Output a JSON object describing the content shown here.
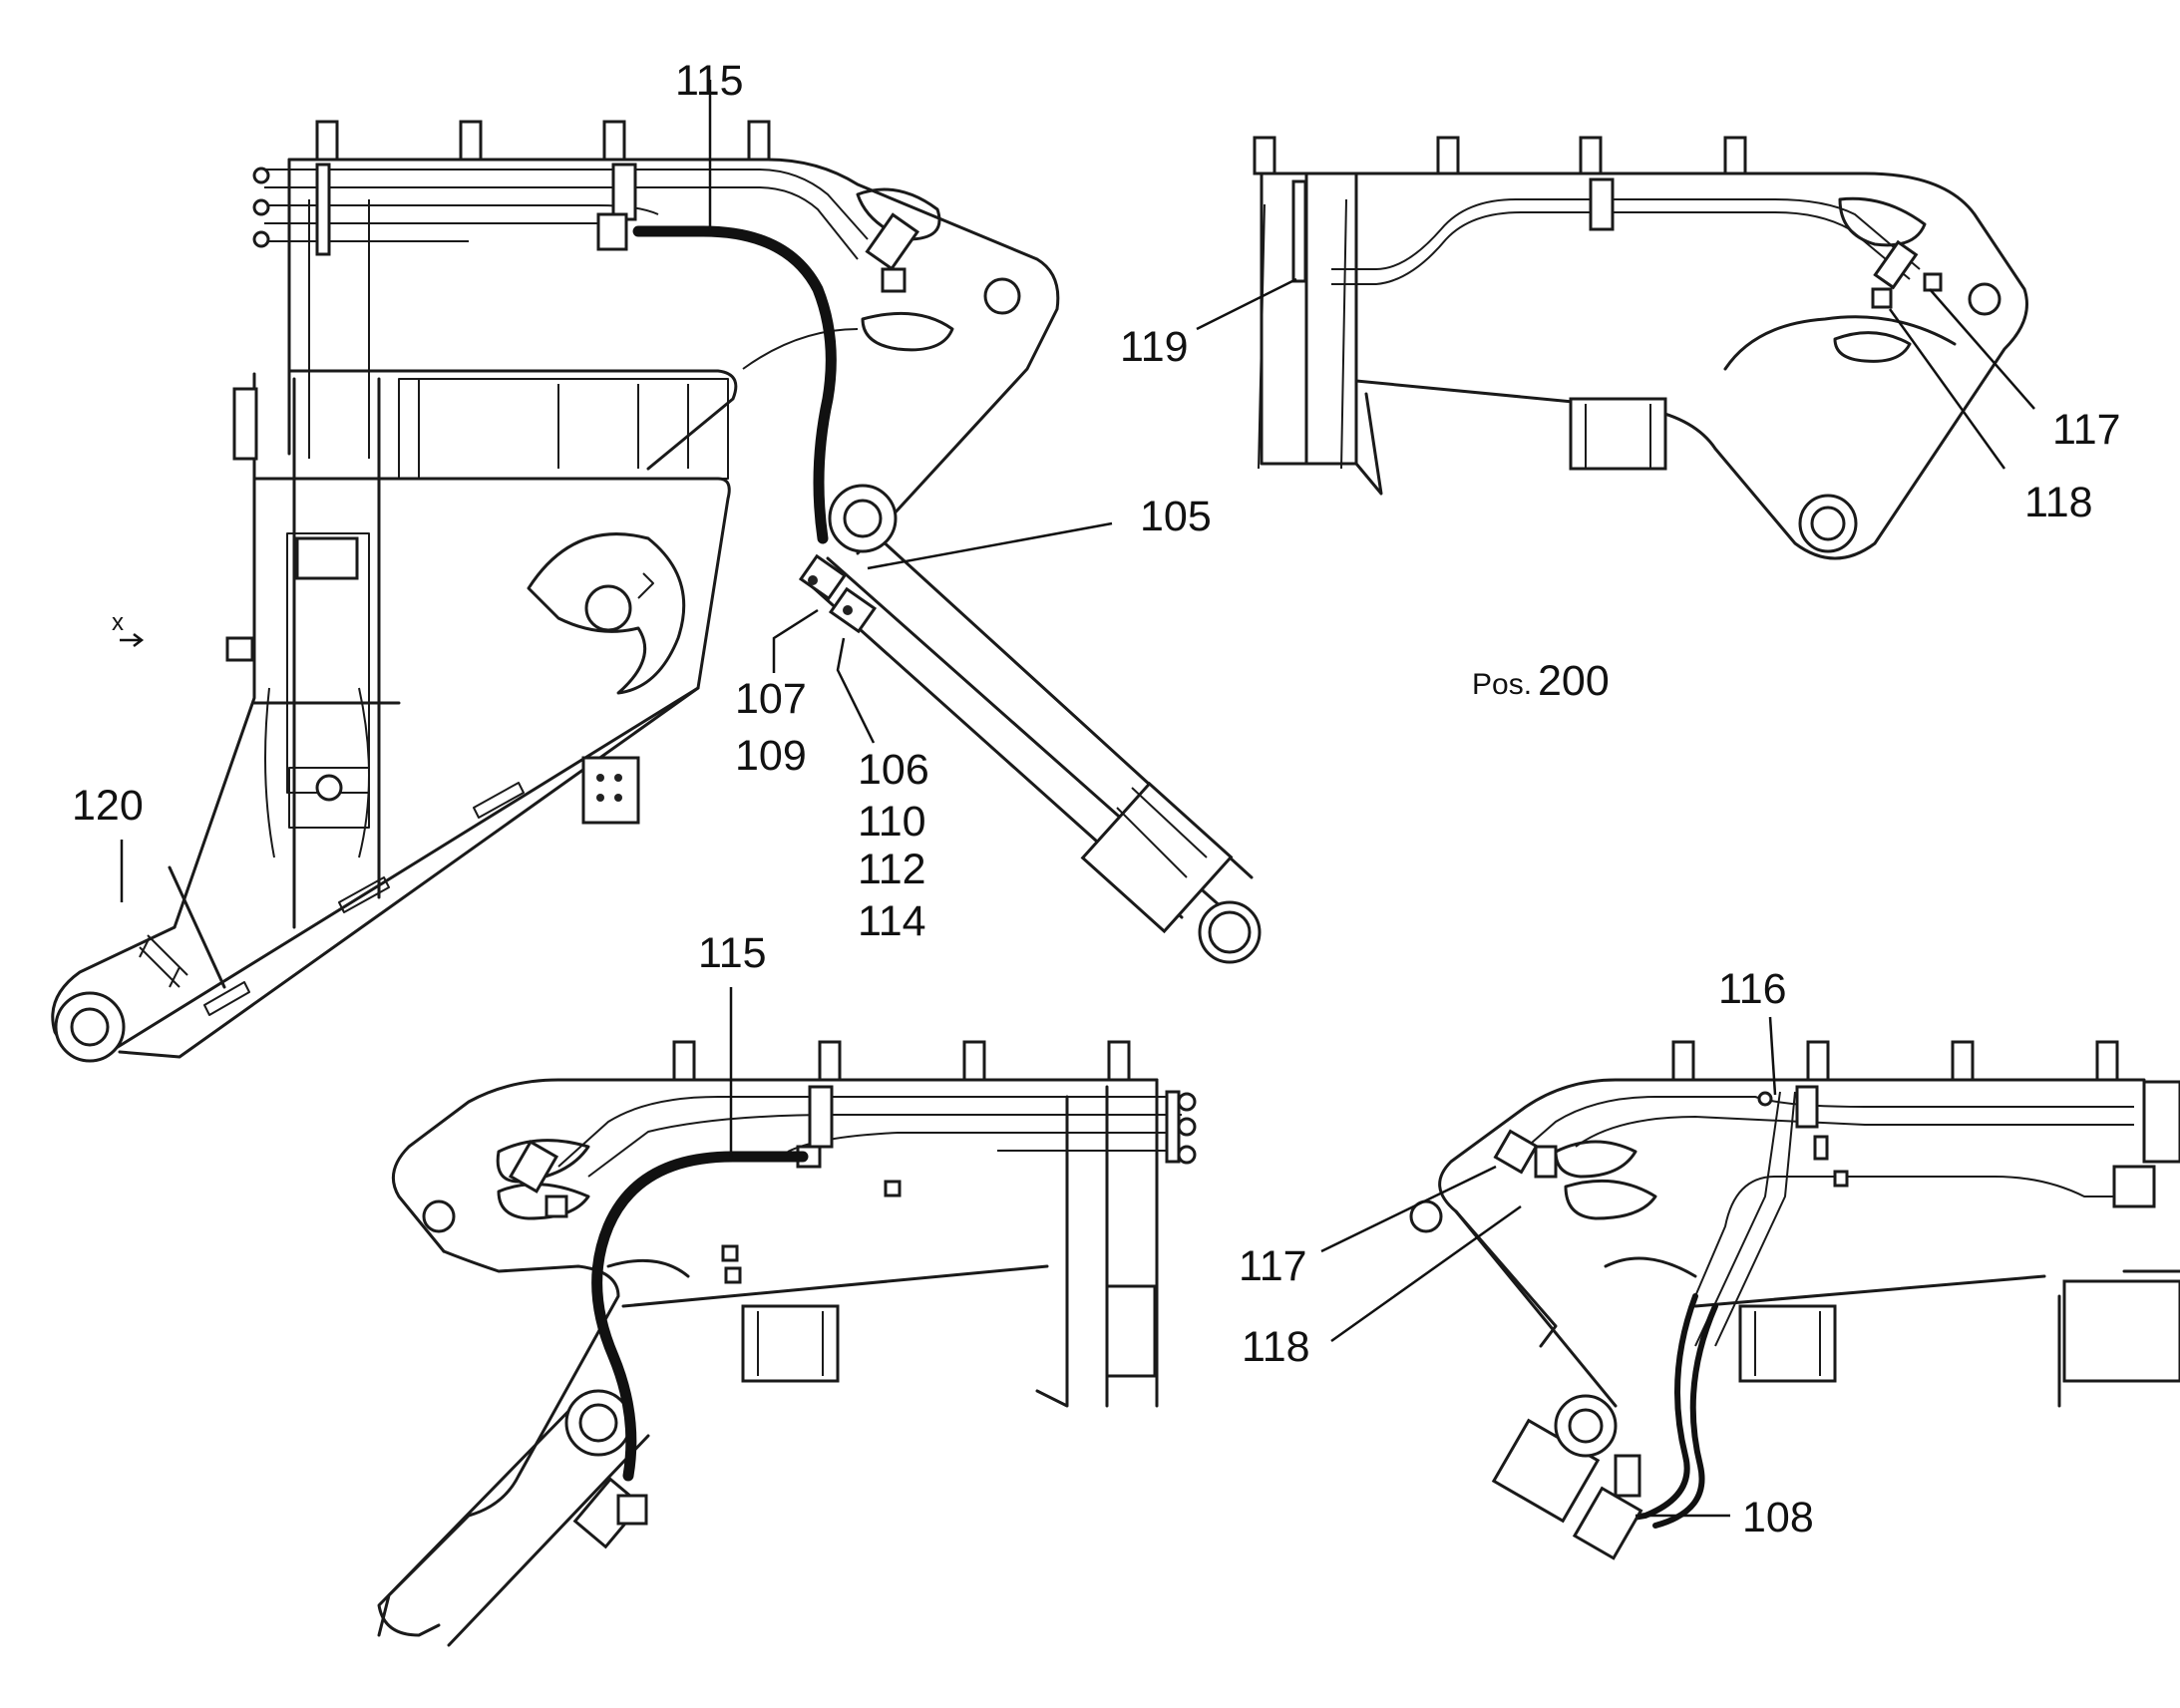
{
  "labels": {
    "l115_top": "115",
    "l105": "105",
    "l107": "107",
    "l109": "109",
    "l106": "106",
    "l110": "110",
    "l112": "112",
    "l114": "114",
    "l120": "120",
    "l_x": "x",
    "l115_bottom": "115",
    "l119": "119",
    "l117_top": "117",
    "l118_top": "118",
    "pos_prefix": "Pos.",
    "pos_number": "200",
    "l116": "116",
    "l117_bottom": "117",
    "l118_bottom": "118",
    "l108": "108"
  }
}
